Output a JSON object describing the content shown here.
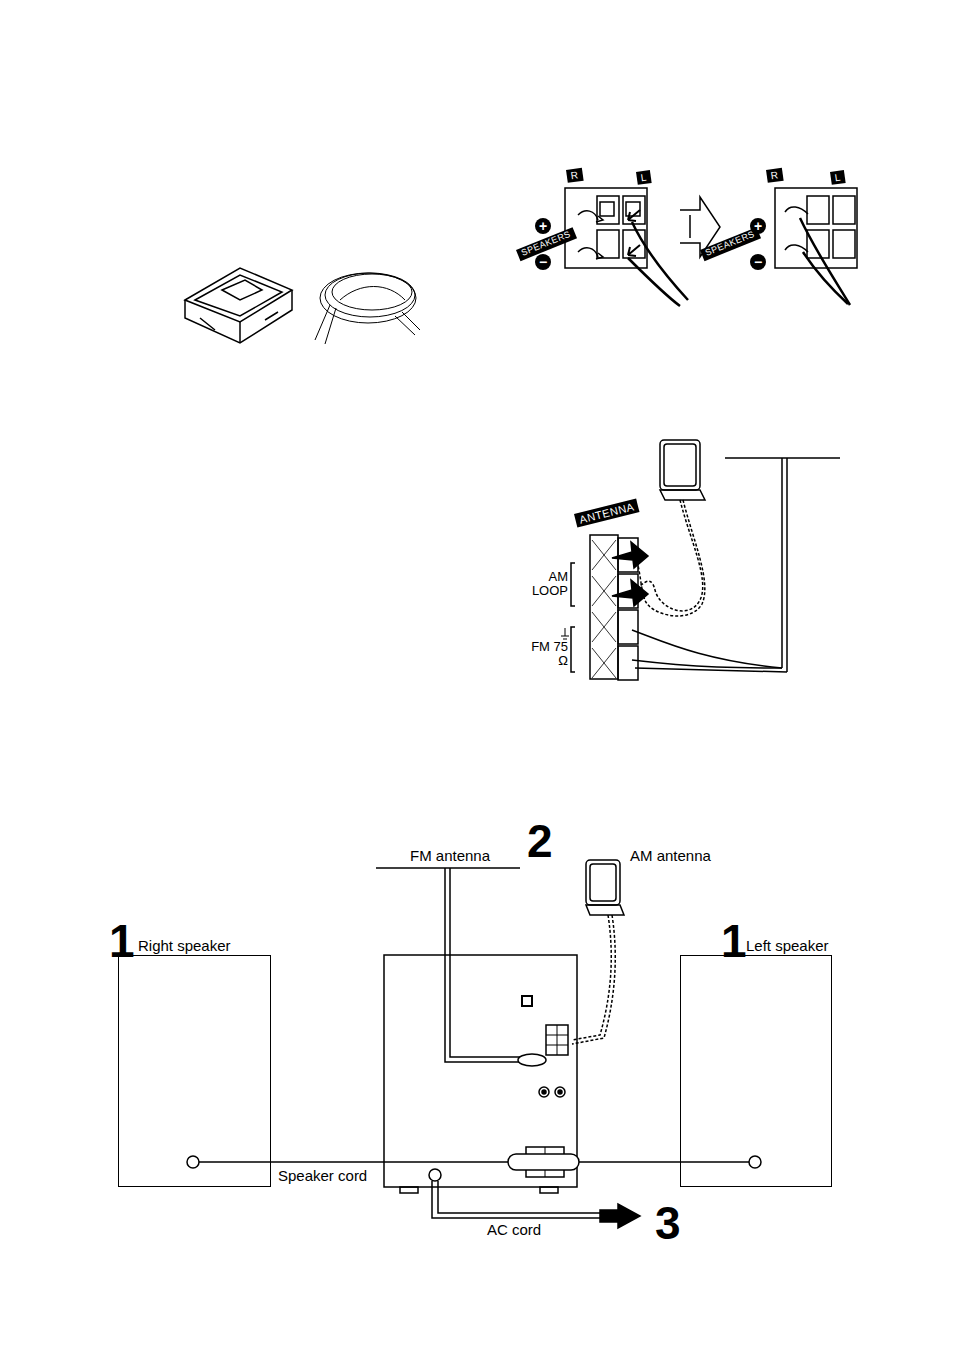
{
  "diagram": {
    "nodes": [
      {
        "text": [
          "1",
          "Right speaker"
        ]
      },
      {
        "text": [
          "1",
          "Left speaker"
        ]
      }
    ],
    "labels": [
      "R",
      "L",
      "SPEAKERS",
      "+",
      "−",
      "R",
      "L",
      "SPEAKERS",
      "+",
      "−",
      "ANTENNA",
      "AM LOOP",
      "FM 75 Ω",
      "FM antenna",
      "2",
      "AM antenna",
      "Speaker cord",
      "AC cord",
      "3"
    ]
  }
}
